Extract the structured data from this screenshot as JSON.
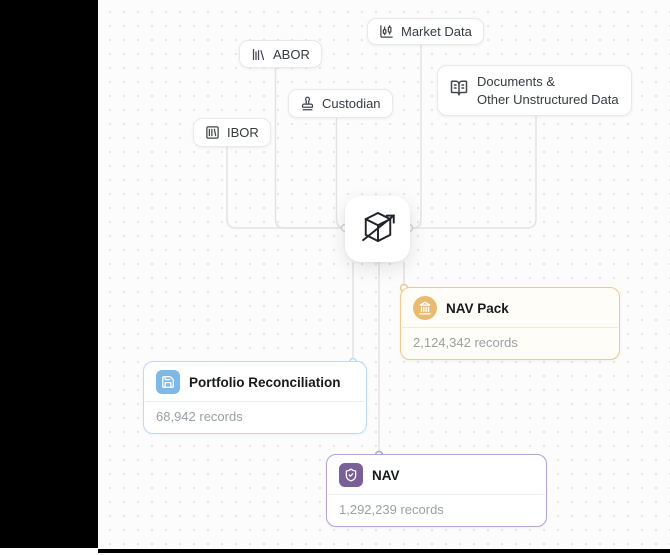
{
  "diagram": {
    "sources": {
      "ibor": {
        "label": "IBOR",
        "icon": "library-big-icon"
      },
      "abor": {
        "label": "ABOR",
        "icon": "library-icon"
      },
      "custodian": {
        "label": "Custodian",
        "icon": "stamp-icon"
      },
      "market_data": {
        "label": "Market Data",
        "icon": "candlestick-chart-icon"
      },
      "documents": {
        "line1": "Documents &",
        "line2": "Other Unstructured Data",
        "icon": "open-book-icon"
      }
    },
    "hub": {
      "icon": "cube-arrow-logo"
    },
    "outputs": {
      "nav_pack": {
        "title": "NAV Pack",
        "records": "2,124,342 records",
        "icon": "landmark-icon",
        "accent": "#e7bc72",
        "border": "#efca8a"
      },
      "portfolio": {
        "title": "Portfolio Reconciliation",
        "records": "68,942 records",
        "icon": "save-icon",
        "accent": "#7cb9e8",
        "border": "#bcdcf5"
      },
      "nav": {
        "title": "NAV",
        "records": "1,292,239 records",
        "icon": "shield-check-icon",
        "accent": "#7b5f97",
        "border": "#b6a3cf"
      }
    },
    "colors": {
      "wire": "#e3e3e3",
      "connector_dot_neutral": "#d6d6d6",
      "canvas_background": "#fcfcfc",
      "sidebar": "#000000"
    }
  }
}
